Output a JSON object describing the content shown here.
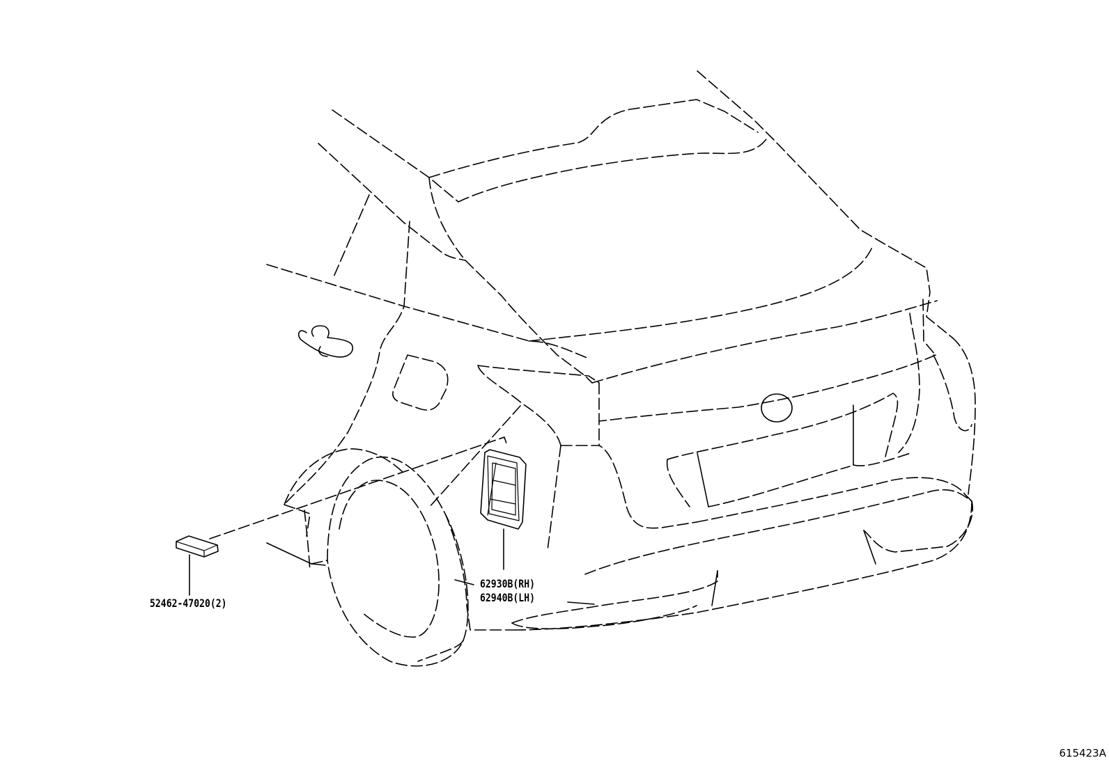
{
  "diagram": {
    "subject": "Rear quarter view of hatchback vehicle",
    "figure_id": "615423A",
    "parts": [
      {
        "id": "clip",
        "label": "52462-47020(2)",
        "part_number": "52462-47020",
        "quantity": "(2)"
      },
      {
        "id": "vent-rh",
        "label": "62930B(RH)",
        "part_number": "62930B",
        "side": "RH"
      },
      {
        "id": "vent-lh",
        "label": "62940B(LH)",
        "part_number": "62940B",
        "side": "LH"
      }
    ],
    "colors": {
      "line": "#000000",
      "background": "#ffffff"
    }
  }
}
